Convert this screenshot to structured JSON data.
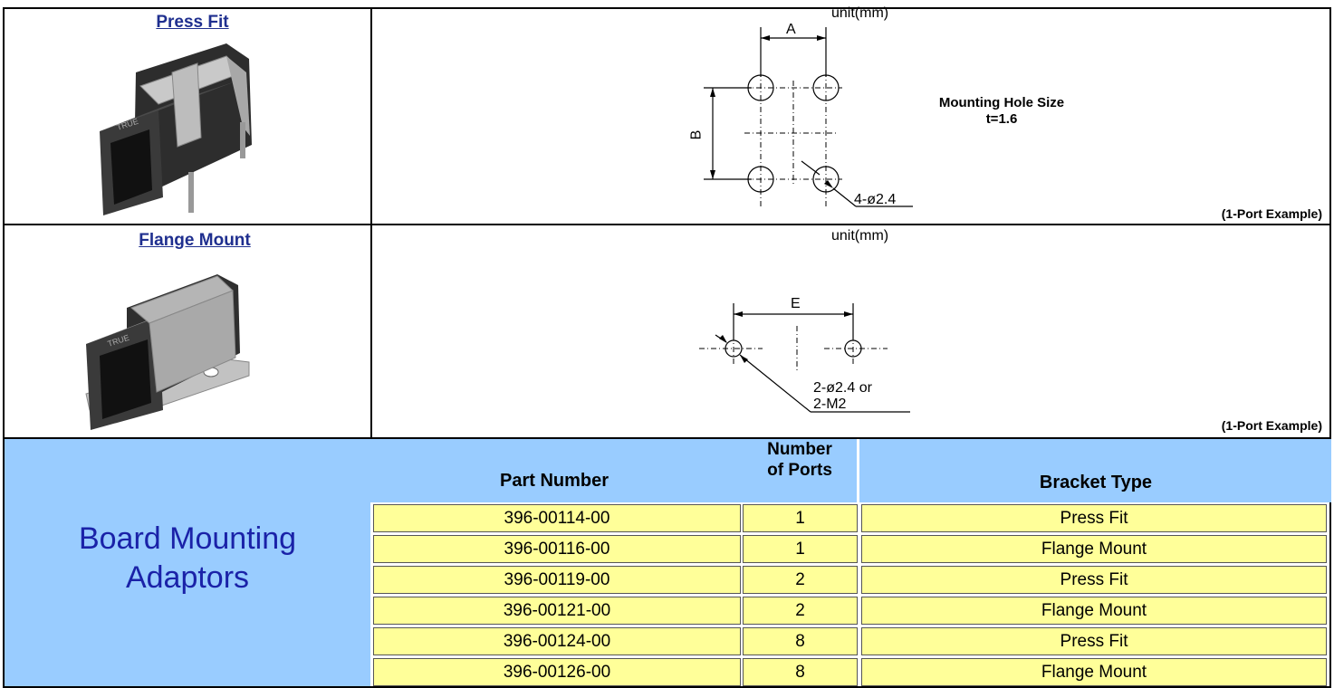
{
  "press_fit": {
    "link": "Press Fit",
    "unit_label": "unit(mm)",
    "dim_a": "A",
    "dim_b": "B",
    "hole_label": "4-ø2.4",
    "mounting_title": "Mounting Hole Size",
    "thickness": "t=1.6",
    "example": "(1-Port Example)"
  },
  "flange_mount": {
    "link": "Flange Mount",
    "unit_label": "unit(mm)",
    "dim_e": "E",
    "hole_label_1": "2-ø2.4 or",
    "hole_label_2": "2-M2",
    "example": "(1-Port Example)"
  },
  "board_mounting": {
    "title_line1": "Board Mounting",
    "title_line2": "Adaptors"
  },
  "table": {
    "header_part": "Part Number",
    "header_ports_1": "Number",
    "header_ports_2": "of Ports",
    "header_bracket": "Bracket Type",
    "rows": [
      {
        "part": "396-00114-00",
        "ports": "1",
        "bracket": "Press Fit"
      },
      {
        "part": "396-00116-00",
        "ports": "1",
        "bracket": "Flange Mount"
      },
      {
        "part": "396-00119-00",
        "ports": "2",
        "bracket": "Press Fit"
      },
      {
        "part": "396-00121-00",
        "ports": "2",
        "bracket": "Flange Mount"
      },
      {
        "part": "396-00124-00",
        "ports": "8",
        "bracket": "Press Fit"
      },
      {
        "part": "396-00126-00",
        "ports": "8",
        "bracket": "Flange Mount"
      }
    ]
  },
  "colors": {
    "link": "#1f2f8f",
    "title_blue": "#1a22a8",
    "panel_blue": "#99ccff",
    "cell_yellow": "#ffff99"
  }
}
